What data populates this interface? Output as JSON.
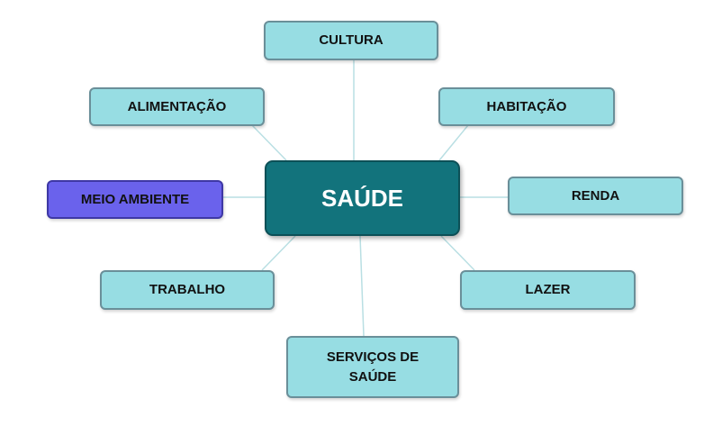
{
  "center": {
    "label": "SAÚDE"
  },
  "nodes": {
    "cultura": "CULTURA",
    "alimentacao": "ALIMENTAÇÃO",
    "habitacao": "HABITAÇÃO",
    "meio_ambiente": "MEIO AMBIENTE",
    "renda": "RENDA",
    "trabalho": "TRABALHO",
    "lazer": "LAZER",
    "servicos_de_saude": "SERVIÇOS DE\nSAÚDE"
  },
  "colors": {
    "center_fill": "#12737c",
    "node_fill": "#97dde3",
    "highlight_fill": "#6a62ec",
    "connector": "#b9dfe3"
  }
}
